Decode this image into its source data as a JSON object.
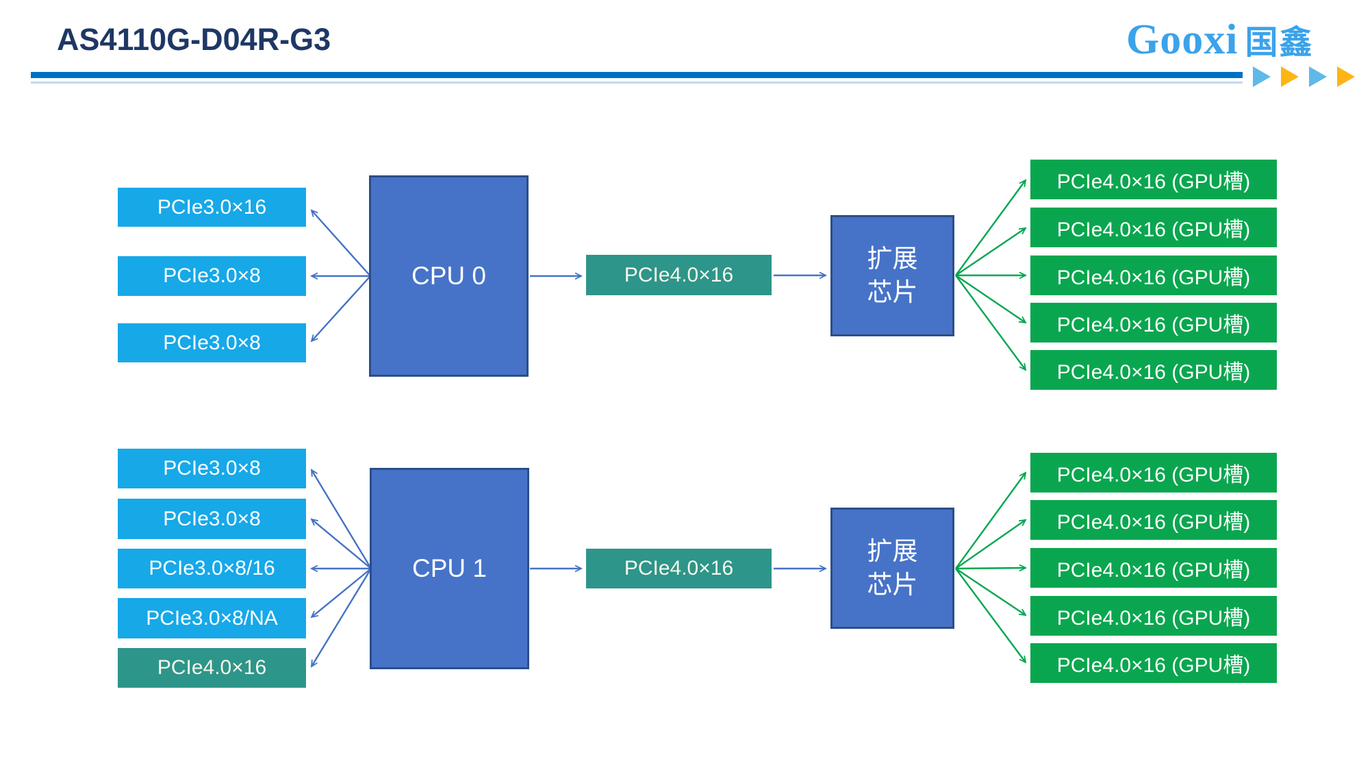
{
  "header": {
    "title": "AS4110G-D04R-G3",
    "logo": {
      "latin": "Gooxi",
      "cn": "国鑫"
    },
    "accent_triangles": [
      "blue",
      "orange",
      "blue",
      "orange"
    ]
  },
  "colors": {
    "title": "#1E3765",
    "bar": "#0070C2",
    "bar-light": "#C3D8EE",
    "logo": "#3BA3EA",
    "tri-blue": "#5FB9E8",
    "tri-orange": "#FDB515",
    "lightblue": "#17A8E8",
    "teal": "#2E958A",
    "green": "#0AA64F",
    "cpublue": "#4673C8",
    "cpuborder": "#2C4E87",
    "arrow-blue": "#4472C4",
    "arrow-green": "#00A651"
  },
  "sections": [
    {
      "cpu": "CPU 0",
      "left_slots": [
        {
          "label": "PCIe3.0×16"
        },
        {
          "label": "PCIe3.0×8"
        },
        {
          "label": "PCIe3.0×8"
        }
      ],
      "link": "PCIe4.0×16",
      "chip_line1": "扩展",
      "chip_line2": "芯片",
      "gpu_slots": [
        {
          "label": "PCIe4.0×16 (GPU槽)"
        },
        {
          "label": "PCIe4.0×16 (GPU槽)"
        },
        {
          "label": "PCIe4.0×16 (GPU槽)"
        },
        {
          "label": "PCIe4.0×16 (GPU槽)"
        },
        {
          "label": "PCIe4.0×16 (GPU槽)"
        }
      ]
    },
    {
      "cpu": "CPU 1",
      "left_slots": [
        {
          "label": "PCIe3.0×8"
        },
        {
          "label": "PCIe3.0×8"
        },
        {
          "label": "PCIe3.0×8/16"
        },
        {
          "label": "PCIe3.0×8/NA"
        },
        {
          "label": "PCIe4.0×16"
        }
      ],
      "link": "PCIe4.0×16",
      "chip_line1": "扩展",
      "chip_line2": "芯片",
      "gpu_slots": [
        {
          "label": "PCIe4.0×16 (GPU槽)"
        },
        {
          "label": "PCIe4.0×16 (GPU槽)"
        },
        {
          "label": "PCIe4.0×16 (GPU槽)"
        },
        {
          "label": "PCIe4.0×16 (GPU槽)"
        },
        {
          "label": "PCIe4.0×16 (GPU槽)"
        }
      ]
    }
  ]
}
